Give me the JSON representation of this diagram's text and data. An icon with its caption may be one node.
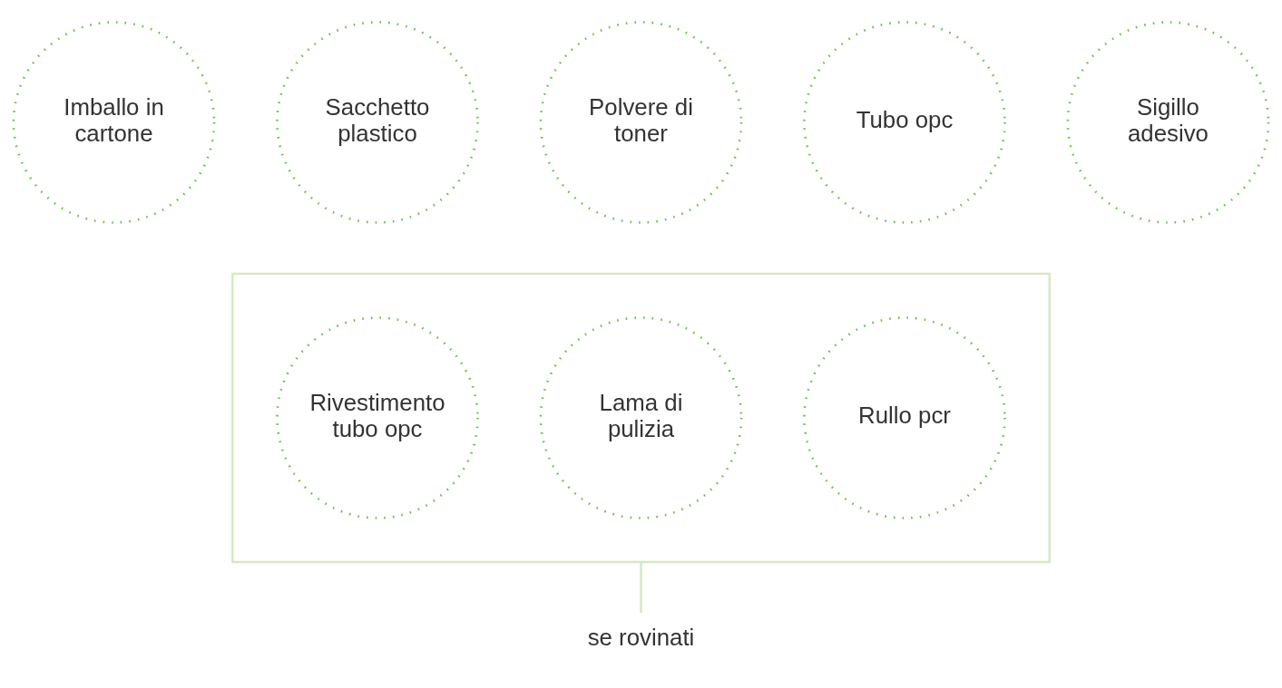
{
  "diagram": {
    "nodes": [
      {
        "text": [
          "Imballo in cartone"
        ]
      },
      {
        "text": [
          "Sacchetto plastico"
        ]
      },
      {
        "text": [
          "Polvere di toner"
        ]
      },
      {
        "text": [
          "Tubo opc"
        ]
      },
      {
        "text": [
          "Sigillo adesivo"
        ]
      },
      {
        "text": [],
        "shape": "box"
      },
      {
        "text": [
          "Rivestimento tubo opc"
        ],
        "in": 5
      },
      {
        "text": [
          "Lama di pulizia"
        ],
        "in": 5
      },
      {
        "text": [
          "Rullo pcr"
        ],
        "in": 5
      },
      {
        "text": [
          "se rovinati"
        ]
      }
    ],
    "edges": [
      {
        "from": 5,
        "to": 9,
        "arrow": "none"
      }
    ]
  }
}
